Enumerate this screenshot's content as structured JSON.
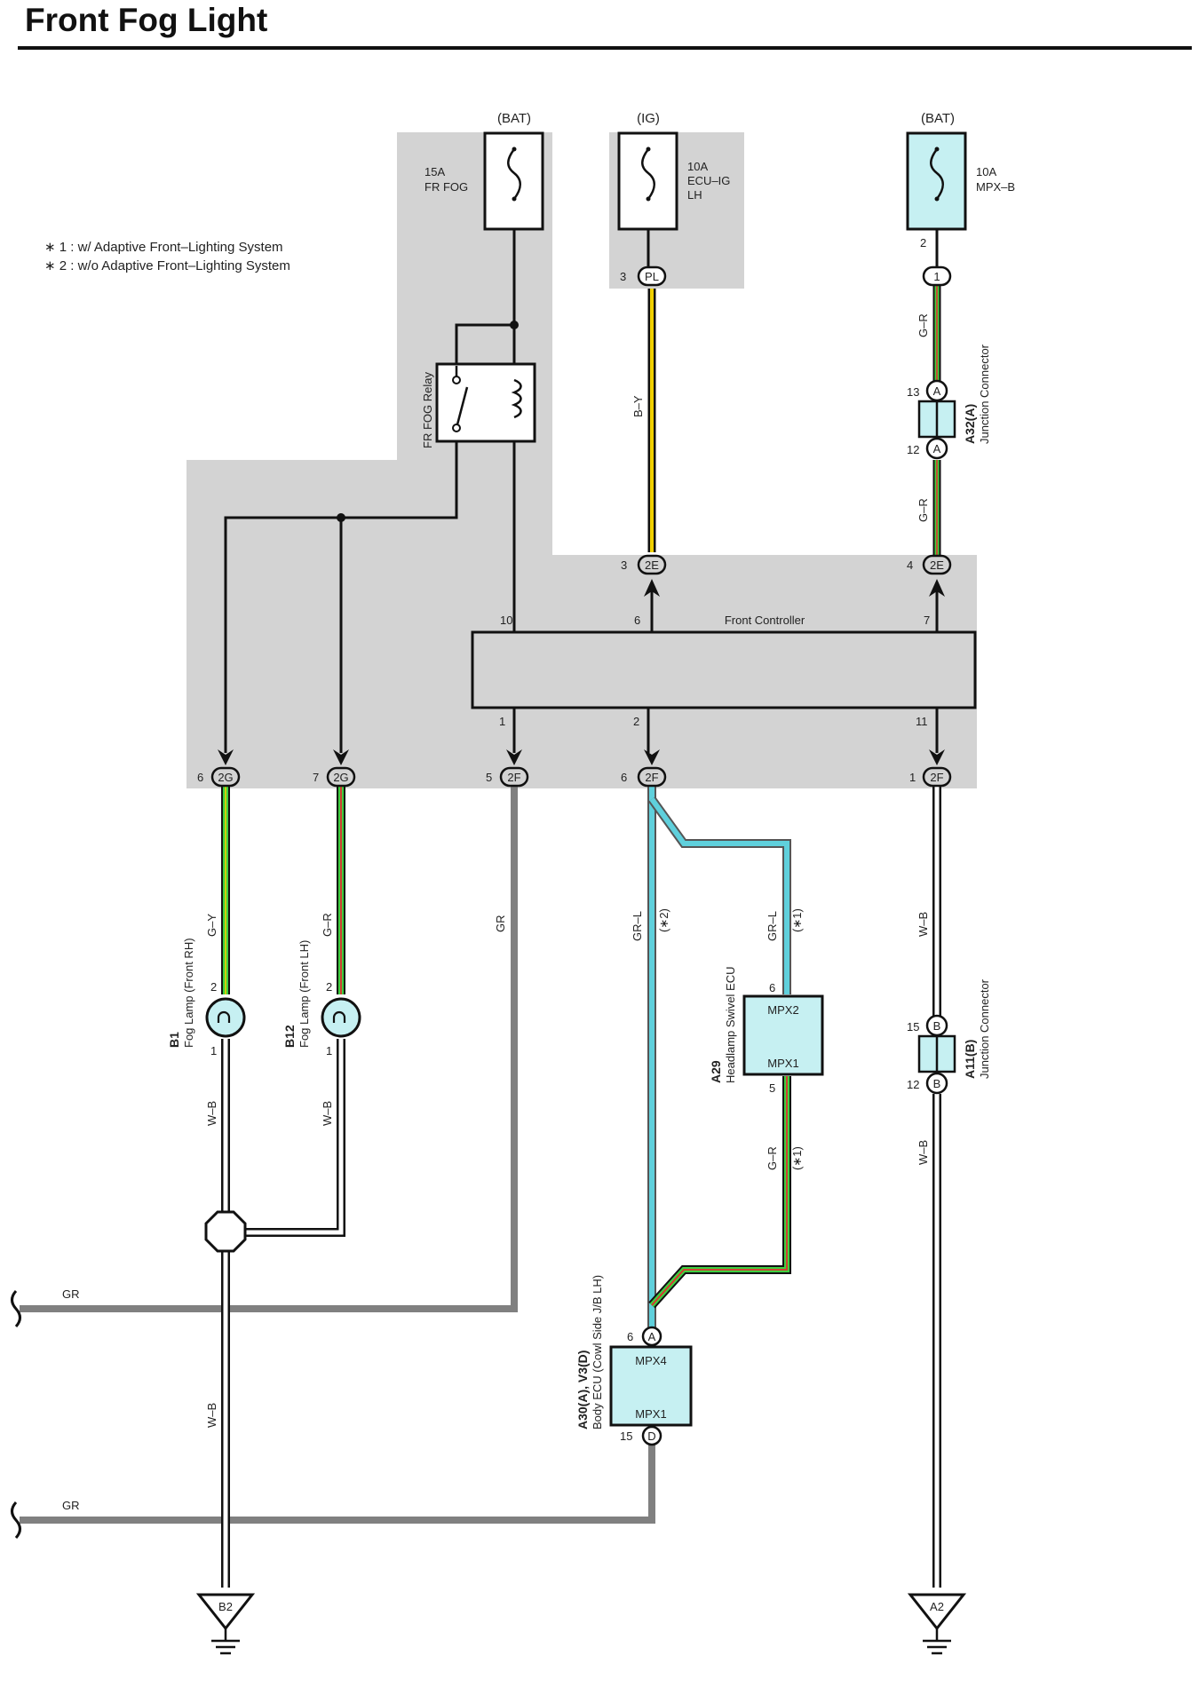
{
  "title": "Front Fog Light",
  "notes": [
    "∗ 1 : w/ Adaptive Front–Lighting System",
    "∗ 2 : w/o Adaptive Front–Lighting System"
  ],
  "power_sources": {
    "bat1": "(BAT)",
    "ig": "(IG)",
    "bat2": "(BAT)"
  },
  "fuses": {
    "fr_fog": {
      "amp": "15A",
      "name": "FR FOG"
    },
    "ecu_ig": {
      "amp": "10A",
      "name1": "ECU–IG",
      "name2": "LH"
    },
    "mpx_b": {
      "amp": "10A",
      "name": "MPX–B"
    }
  },
  "relay": "FR FOG Relay",
  "front_controller": {
    "label": "Front Controller",
    "pins": {
      "p10": "10",
      "p6": "6",
      "p7": "7",
      "p1": "1",
      "p2": "2",
      "p11": "11"
    }
  },
  "connectors": {
    "pl": {
      "id": "PL",
      "pin": "3"
    },
    "e2_left": {
      "id": "2E",
      "pin": "3"
    },
    "e2_right": {
      "id": "2E",
      "pin": "4"
    },
    "g2_left": {
      "id": "2G",
      "pin": "6"
    },
    "g2_right": {
      "id": "2G",
      "pin": "7"
    },
    "f2_a": {
      "id": "2F",
      "pin": "5"
    },
    "f2_b": {
      "id": "2F",
      "pin": "6"
    },
    "f2_c": {
      "id": "2F",
      "pin": "1"
    },
    "mpxb_out": {
      "id": "1",
      "pin": "2"
    }
  },
  "junctions": {
    "a32": {
      "code": "A32(A)",
      "name": "Junction Connector",
      "pin_top": "13",
      "pin_bottom": "12",
      "letter": "A"
    },
    "a11": {
      "code": "A11(B)",
      "name": "Junction Connector",
      "pin_top": "15",
      "pin_bottom": "12",
      "letter": "B"
    }
  },
  "fog_lamps": {
    "rh": {
      "code": "B1",
      "name": "Fog Lamp (Front RH)",
      "pin_top": "2",
      "pin_bottom": "1"
    },
    "lh": {
      "code": "B12",
      "name": "Fog Lamp (Front LH)",
      "pin_top": "2",
      "pin_bottom": "1"
    }
  },
  "headlamp_ecu": {
    "code": "A29",
    "name": "Headlamp Swivel ECU",
    "port_top": "MPX2",
    "port_bottom": "MPX1",
    "pin_top": "6",
    "pin_bottom": "5"
  },
  "body_ecu": {
    "code": "A30(A), V3(D)",
    "name": "Body ECU (Cowl Side J/B LH)",
    "port_top": "MPX4",
    "port_bottom": "MPX1",
    "pin_top": "6",
    "pin_bottom": "15",
    "letter_top": "A",
    "letter_bottom": "D"
  },
  "wire_colors": {
    "by": "B–Y",
    "gr_top": "G–R",
    "gr_mid": "G–R",
    "gy": "G–Y",
    "gr_lh": "G–R",
    "gray": "GR",
    "grl_main": "GR–L",
    "grl_note": "(∗2)",
    "grl_ecu": "GR–L",
    "grl_ecu_note": "(∗1)",
    "gr_ecu": "G–R",
    "gr_ecu_note": "(∗1)",
    "wb_rh": "W–B",
    "wb_lh": "W–B",
    "wb_low": "W–B",
    "wb_right_top": "W–B",
    "wb_right_bottom": "W–B",
    "gr_bus1": "GR",
    "gr_bus2": "GR"
  },
  "grounds": {
    "b2": "B2",
    "a2": "A2"
  },
  "palette": {
    "shade": "#d3d3d3",
    "component": "#c6f0f2",
    "wire_green": "#3fcf3f",
    "wire_yellow": "#f0d000",
    "wire_red": "#e03030",
    "wire_cyan": "#5fd0dc",
    "wire_gray": "#808080"
  }
}
